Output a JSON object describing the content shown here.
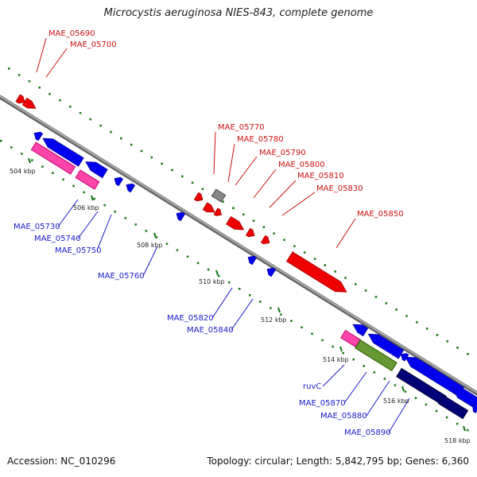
{
  "title": "Microcystis aeruginosa NIES-843, complete genome",
  "footer": {
    "accession": "Accession: NC_010296",
    "stats": "Topology: circular; Length: 5,842,795 bp; Genes: 6,360"
  },
  "colors": {
    "forward_strand": "#ee0000",
    "reverse_strand": "#0000ee",
    "pseudo": "#888888",
    "pink": "#ff44aa",
    "olive": "#669933",
    "navy": "#000077",
    "tick": "#117711",
    "backbone": "#888888",
    "forward_label": "#cc1111",
    "reverse_label": "#1a1acc"
  },
  "scale_labels": [
    "504 kbp",
    "506 kbp",
    "508 kbp",
    "510 kbp",
    "512 kbp",
    "514 kbp",
    "516 kbp",
    "518 kbp"
  ],
  "forward_genes": [
    "MAE_05690",
    "MAE_05700",
    "MAE_05770",
    "MAE_05780",
    "MAE_05790",
    "MAE_05800",
    "MAE_05810",
    "MAE_05830",
    "MAE_05850"
  ],
  "reverse_genes": [
    "MAE_05730",
    "MAE_05740",
    "MAE_05750",
    "MAE_05760",
    "MAE_05820",
    "MAE_05840",
    "ruvC",
    "MAE_05870",
    "MAE_05880",
    "MAE_05890"
  ]
}
